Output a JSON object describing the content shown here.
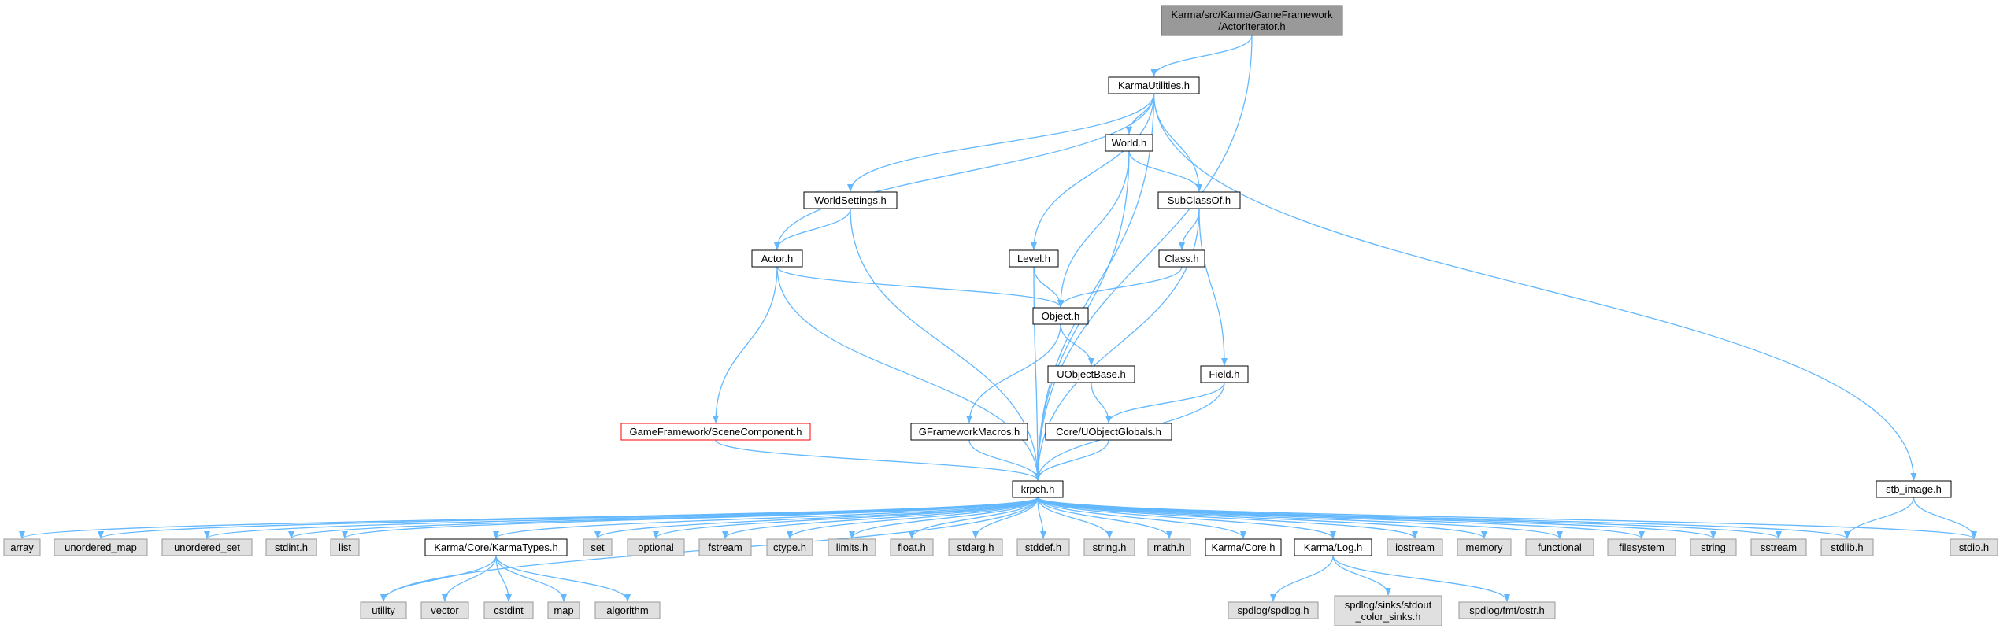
{
  "diagram": {
    "type": "include-dependency-graph",
    "colors": {
      "edge": "#63b8ff",
      "root_fill": "#999999",
      "system_fill": "#e0e0e0",
      "warning_border": "#ff0000"
    },
    "nodes": [
      {
        "id": "root",
        "label": "Karma/src/Karma/GameFramework\n/ActorIterator.h",
        "kind": "root"
      },
      {
        "id": "kutil",
        "label": "KarmaUtilities.h",
        "kind": "normal"
      },
      {
        "id": "world",
        "label": "World.h",
        "kind": "normal"
      },
      {
        "id": "wset",
        "label": "WorldSettings.h",
        "kind": "normal"
      },
      {
        "id": "subc",
        "label": "SubClassOf.h",
        "kind": "normal"
      },
      {
        "id": "actor",
        "label": "Actor.h",
        "kind": "normal"
      },
      {
        "id": "level",
        "label": "Level.h",
        "kind": "normal"
      },
      {
        "id": "classh",
        "label": "Class.h",
        "kind": "normal"
      },
      {
        "id": "object",
        "label": "Object.h",
        "kind": "normal"
      },
      {
        "id": "uob",
        "label": "UObjectBase.h",
        "kind": "normal"
      },
      {
        "id": "field",
        "label": "Field.h",
        "kind": "normal"
      },
      {
        "id": "scomp",
        "label": "GameFramework/SceneComponent.h",
        "kind": "warn"
      },
      {
        "id": "gfm",
        "label": "GFrameworkMacros.h",
        "kind": "normal"
      },
      {
        "id": "coreuog",
        "label": "Core/UObjectGlobals.h",
        "kind": "normal"
      },
      {
        "id": "stb",
        "label": "stb_image.h",
        "kind": "normal"
      },
      {
        "id": "krpch",
        "label": "krpch.h",
        "kind": "normal"
      },
      {
        "id": "array",
        "label": "array",
        "kind": "sys"
      },
      {
        "id": "umap",
        "label": "unordered_map",
        "kind": "sys"
      },
      {
        "id": "uset",
        "label": "unordered_set",
        "kind": "sys"
      },
      {
        "id": "stdint",
        "label": "stdint.h",
        "kind": "sys"
      },
      {
        "id": "list",
        "label": "list",
        "kind": "sys"
      },
      {
        "id": "ktypes",
        "label": "Karma/Core/KarmaTypes.h",
        "kind": "normal"
      },
      {
        "id": "set",
        "label": "set",
        "kind": "sys"
      },
      {
        "id": "optional",
        "label": "optional",
        "kind": "sys"
      },
      {
        "id": "fstream",
        "label": "fstream",
        "kind": "sys"
      },
      {
        "id": "ctype",
        "label": "ctype.h",
        "kind": "sys"
      },
      {
        "id": "limits",
        "label": "limits.h",
        "kind": "sys"
      },
      {
        "id": "float",
        "label": "float.h",
        "kind": "sys"
      },
      {
        "id": "stdarg",
        "label": "stdarg.h",
        "kind": "sys"
      },
      {
        "id": "stddef",
        "label": "stddef.h",
        "kind": "sys"
      },
      {
        "id": "stringh",
        "label": "string.h",
        "kind": "sys"
      },
      {
        "id": "math",
        "label": "math.h",
        "kind": "sys"
      },
      {
        "id": "kcore",
        "label": "Karma/Core.h",
        "kind": "normal"
      },
      {
        "id": "klog",
        "label": "Karma/Log.h",
        "kind": "normal"
      },
      {
        "id": "iostream",
        "label": "iostream",
        "kind": "sys"
      },
      {
        "id": "memory",
        "label": "memory",
        "kind": "sys"
      },
      {
        "id": "functional",
        "label": "functional",
        "kind": "sys"
      },
      {
        "id": "filesystem",
        "label": "filesystem",
        "kind": "sys"
      },
      {
        "id": "string",
        "label": "string",
        "kind": "sys"
      },
      {
        "id": "sstream",
        "label": "sstream",
        "kind": "sys"
      },
      {
        "id": "stdlib",
        "label": "stdlib.h",
        "kind": "sys"
      },
      {
        "id": "stdio",
        "label": "stdio.h",
        "kind": "sys"
      },
      {
        "id": "utility",
        "label": "utility",
        "kind": "sys"
      },
      {
        "id": "vector",
        "label": "vector",
        "kind": "sys"
      },
      {
        "id": "cstdint",
        "label": "cstdint",
        "kind": "sys"
      },
      {
        "id": "map",
        "label": "map",
        "kind": "sys"
      },
      {
        "id": "algorithm",
        "label": "algorithm",
        "kind": "sys"
      },
      {
        "id": "spdlog",
        "label": "spdlog/spdlog.h",
        "kind": "sys"
      },
      {
        "id": "sinks",
        "label": "spdlog/sinks/stdout\n_color_sinks.h",
        "kind": "sys"
      },
      {
        "id": "ostr",
        "label": "spdlog/fmt/ostr.h",
        "kind": "sys"
      }
    ],
    "edges": [
      [
        "root",
        "kutil"
      ],
      [
        "root",
        "krpch"
      ],
      [
        "kutil",
        "world"
      ],
      [
        "kutil",
        "wset"
      ],
      [
        "kutil",
        "subc"
      ],
      [
        "kutil",
        "actor"
      ],
      [
        "kutil",
        "level"
      ],
      [
        "kutil",
        "krpch"
      ],
      [
        "kutil",
        "stb"
      ],
      [
        "world",
        "subc"
      ],
      [
        "world",
        "object"
      ],
      [
        "world",
        "krpch"
      ],
      [
        "wset",
        "actor"
      ],
      [
        "wset",
        "krpch"
      ],
      [
        "subc",
        "classh"
      ],
      [
        "subc",
        "field"
      ],
      [
        "subc",
        "krpch"
      ],
      [
        "actor",
        "object"
      ],
      [
        "actor",
        "scomp"
      ],
      [
        "actor",
        "krpch"
      ],
      [
        "level",
        "object"
      ],
      [
        "level",
        "krpch"
      ],
      [
        "classh",
        "object"
      ],
      [
        "object",
        "uob"
      ],
      [
        "object",
        "gfm"
      ],
      [
        "uob",
        "coreuog"
      ],
      [
        "field",
        "coreuog"
      ],
      [
        "field",
        "krpch"
      ],
      [
        "scomp",
        "krpch"
      ],
      [
        "gfm",
        "krpch"
      ],
      [
        "coreuog",
        "krpch"
      ],
      [
        "stb",
        "stdlib"
      ],
      [
        "stb",
        "stdio"
      ],
      [
        "krpch",
        "array"
      ],
      [
        "krpch",
        "umap"
      ],
      [
        "krpch",
        "uset"
      ],
      [
        "krpch",
        "stdint"
      ],
      [
        "krpch",
        "list"
      ],
      [
        "krpch",
        "ktypes"
      ],
      [
        "krpch",
        "set"
      ],
      [
        "krpch",
        "optional"
      ],
      [
        "krpch",
        "fstream"
      ],
      [
        "krpch",
        "ctype"
      ],
      [
        "krpch",
        "limits"
      ],
      [
        "krpch",
        "float"
      ],
      [
        "krpch",
        "stdarg"
      ],
      [
        "krpch",
        "stddef"
      ],
      [
        "krpch",
        "stringh"
      ],
      [
        "krpch",
        "math"
      ],
      [
        "krpch",
        "kcore"
      ],
      [
        "krpch",
        "klog"
      ],
      [
        "krpch",
        "iostream"
      ],
      [
        "krpch",
        "memory"
      ],
      [
        "krpch",
        "functional"
      ],
      [
        "krpch",
        "filesystem"
      ],
      [
        "krpch",
        "string"
      ],
      [
        "krpch",
        "sstream"
      ],
      [
        "krpch",
        "stdlib"
      ],
      [
        "krpch",
        "stdio"
      ],
      [
        "krpch",
        "utility"
      ],
      [
        "ktypes",
        "utility"
      ],
      [
        "ktypes",
        "vector"
      ],
      [
        "ktypes",
        "cstdint"
      ],
      [
        "ktypes",
        "map"
      ],
      [
        "ktypes",
        "algorithm"
      ],
      [
        "klog",
        "spdlog"
      ],
      [
        "klog",
        "sinks"
      ],
      [
        "klog",
        "ostr"
      ]
    ]
  }
}
